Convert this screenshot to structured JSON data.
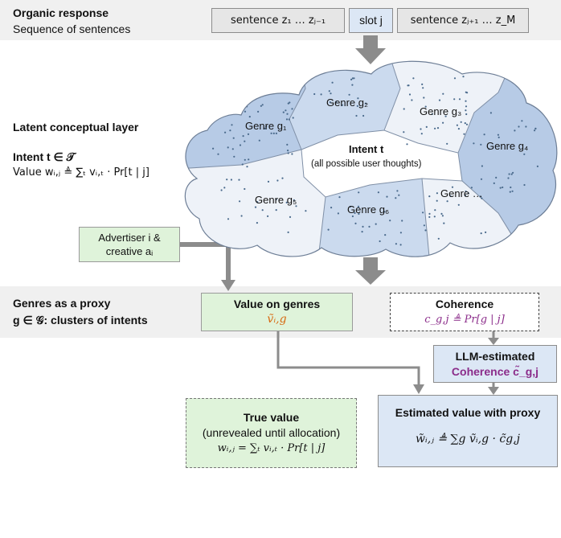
{
  "top": {
    "title": "Organic response",
    "subtitle": "Sequence of sentences",
    "sentence_prev": "sentence z₁ … zⱼ₋₁",
    "slot": "slot j",
    "sentence_next": "sentence zⱼ₊₁ … z_M"
  },
  "latent": {
    "title": "Latent conceptual layer",
    "intent_def": "Intent t ∈ 𝒯",
    "value_def": "Value wᵢ,ⱼ ≜ ∑ₜ vᵢ,ₜ · Pr[t | j]"
  },
  "cloud": {
    "genres": [
      "Genre g₁",
      "Genre g₂",
      "Genre g₃",
      "Genre g₄",
      "Genre g₅",
      "Genre g₆",
      "Genre …"
    ],
    "intent_title": "Intent t",
    "intent_sub": "(all possible user thoughts)"
  },
  "advertiser": {
    "line1": "Advertiser i &",
    "line2": "creative aᵢ"
  },
  "proxy": {
    "title": "Genres as a proxy",
    "def": "g ∈ 𝒢: clusters of intents"
  },
  "value_on_genres": {
    "title": "Value on genres",
    "formula": "ṽᵢ,g"
  },
  "coherence": {
    "title": "Coherence",
    "formula": "c_g,j ≜ Pr[g | j]"
  },
  "llm_coherence": {
    "line1": "LLM-estimated",
    "line2": "Coherence c̃_g,j"
  },
  "true_value": {
    "title": "True value",
    "sub": "(unrevealed until allocation)",
    "formula": "wᵢ,ⱼ = ∑ₜ vᵢ,ₜ · Pr[t | j]"
  },
  "estimated": {
    "title": "Estimated value with proxy",
    "formula": "w̃ᵢ,ⱼ ≜ ∑g ṽᵢ,g · c̃g,j"
  },
  "colors": {
    "band": "#f0f0f0",
    "cloud_dark": "#b7cbe6",
    "cloud_mid": "#d2dff0",
    "cloud_light": "#eef2f8",
    "green_box": "#dff3da",
    "blue_box": "#dce7f5",
    "arrow": "#8c8c8c",
    "orange": "#d86a12",
    "purple": "#8b2c8a"
  }
}
